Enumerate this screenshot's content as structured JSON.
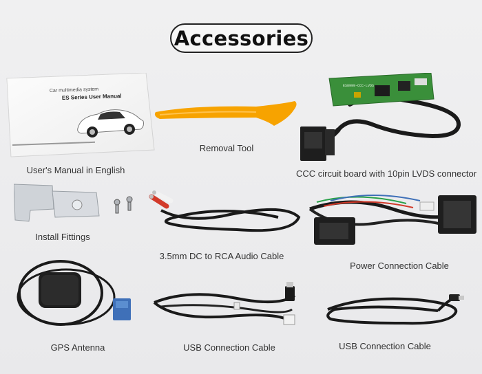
{
  "title": "Accessories",
  "manual": {
    "line1": "Car multimedia system",
    "line2": "ES Series User Manual"
  },
  "board": {
    "silkscreen": "ES8999-CCC-LVDS"
  },
  "captions": {
    "user_manual": "User's Manual in English",
    "removal_tool": "Removal Tool",
    "ccc_board": "CCC circuit board with 10pin LVDS connector",
    "install_fittings": "Install Fittings",
    "audio_cable": "3.5mm DC to RCA Audio Cable",
    "power_cable": "Power Connection Cable",
    "gps_antenna": "GPS Antenna",
    "usb_cable_1": "USB Connection Cable",
    "usb_cable_2": "USB Connection Cable"
  },
  "colors": {
    "background": "#ececee",
    "tool_orange": "#f7a300",
    "pcb_green": "#3a8f3a",
    "connector_blue": "#3f70b8",
    "rca_red": "#d23a2a",
    "rca_white": "#f2f2f2",
    "cable_black": "#1a1a1a"
  }
}
